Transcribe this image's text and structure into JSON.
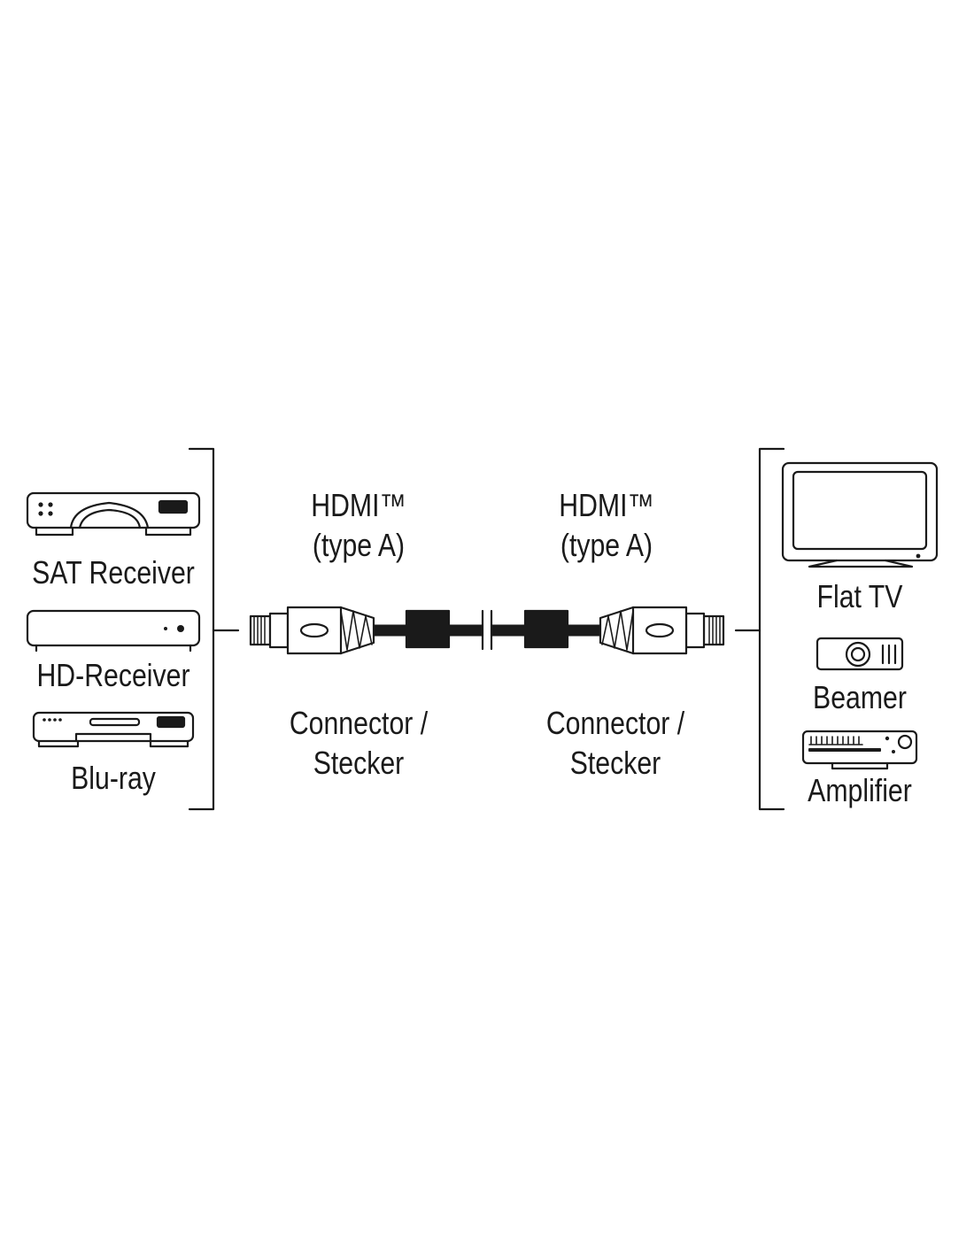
{
  "left_devices": [
    {
      "icon": "sat-receiver-icon",
      "label": "SAT Receiver"
    },
    {
      "icon": "hd-receiver-icon",
      "label": "HD-Receiver"
    },
    {
      "icon": "blu-ray-player-icon",
      "label": "Blu-ray"
    }
  ],
  "right_devices": [
    {
      "icon": "flat-tv-icon",
      "label": "Flat TV"
    },
    {
      "icon": "beamer-icon",
      "label": "Beamer"
    },
    {
      "icon": "amplifier-icon",
      "label": "Amplifier"
    }
  ],
  "connectors": [
    {
      "type_line1": "HDMI™",
      "type_line2": "(type A)",
      "name_line1": "Connector /",
      "name_line2": "Stecker"
    },
    {
      "type_line1": "HDMI™",
      "type_line2": "(type A)",
      "name_line1": "Connector /",
      "name_line2": "Stecker"
    }
  ],
  "colors": {
    "line": "#1a1a1a",
    "background": "#ffffff",
    "connector_fill": "#ffffff"
  }
}
